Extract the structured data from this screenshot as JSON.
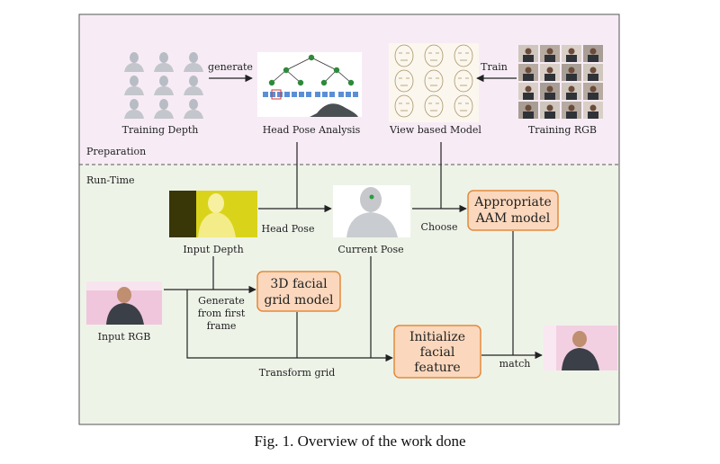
{
  "sections": {
    "preparation": "Preparation",
    "runtime": "Run-Time"
  },
  "labels": {
    "training_depth": "Training Depth",
    "generate": "generate",
    "head_pose_analysis": "Head Pose Analysis",
    "view_based_model": "View based Model",
    "train": "Train",
    "training_rgb": "Training RGB",
    "input_depth": "Input Depth",
    "head_pose": "Head Pose",
    "current_pose": "Current Pose",
    "choose": "Choose",
    "input_rgb": "Input RGB",
    "generate_from_first_frame": [
      "Generate",
      "from first",
      "frame"
    ],
    "transform_grid": "Transform grid",
    "match": "match"
  },
  "boxes": {
    "aam": [
      "Appropriate",
      "AAM model"
    ],
    "grid": [
      "3D facial",
      "grid model"
    ],
    "init": [
      "Initialize",
      "facial",
      "feature"
    ]
  },
  "caption": "Fig. 1. Overview of the work done",
  "colors": {
    "preparation_bg": "#f7ecf6",
    "runtime_bg": "#eef3e8",
    "box_fill": "#fbd8bd",
    "box_stroke": "#e38a3c",
    "input_depth_bg": "#d9d41a",
    "rgb_bg": "#f0c6dc"
  }
}
